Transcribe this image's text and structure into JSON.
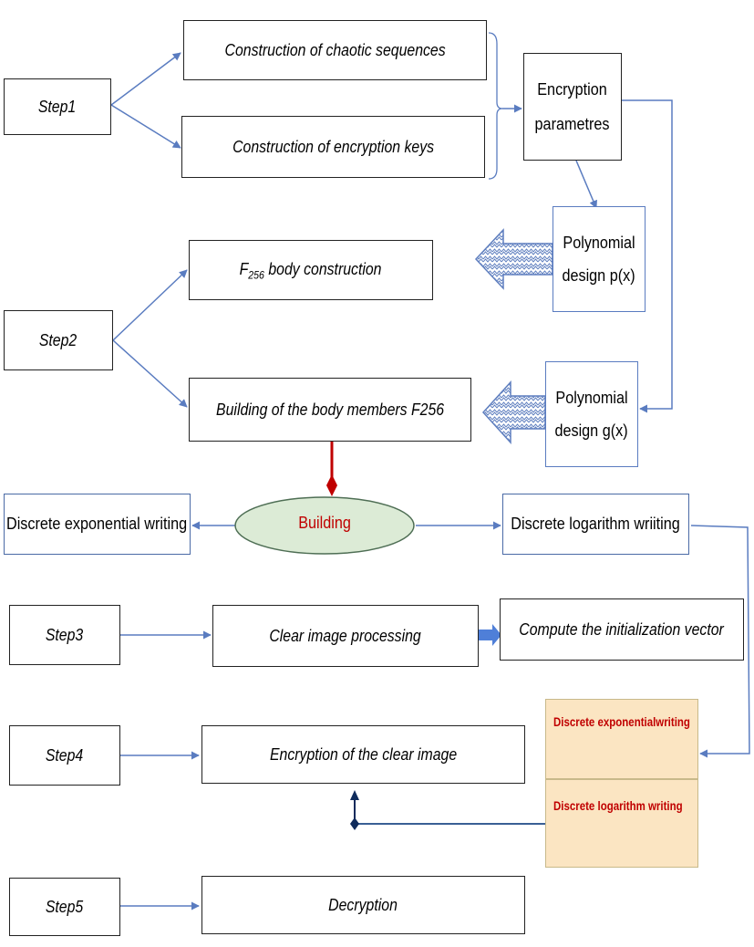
{
  "steps": {
    "s1": "Step1",
    "s2": "Step2",
    "s3": "Step3",
    "s4": "Step4",
    "s5": "Step5"
  },
  "step1": {
    "chaotic": "Construction  of  chaotic sequences",
    "keys": "Construction  of  encryption  keys"
  },
  "params": {
    "line1": "Encryption",
    "line2": "parametres"
  },
  "poly_p": {
    "line1": "Polynomial",
    "line2": "design p(x)"
  },
  "poly_g": {
    "line1": "Polynomial",
    "line2": "design g(x)"
  },
  "step2": {
    "f256_prefix": "F",
    "f256_sub": "256",
    "f256_rest": " body construction",
    "members": "Building of the body members F256"
  },
  "building": {
    "label": "Building",
    "exp": "Discrete exponential  writing",
    "log": "Discrete logarithm wriiting"
  },
  "step3": {
    "clear": "Clear image processing",
    "iv": "Compute  the initialization vector"
  },
  "step4": {
    "enc": "Encryption  of the clear image",
    "note_exp": "Discrete exponentialwriting",
    "note_log": "Discrete logarithm writing"
  },
  "step5": {
    "dec": "Decryption"
  },
  "colors": {
    "line": "#5a7cc0",
    "red": "#c00000",
    "ellipse_fill": "#dcebd6",
    "note_fill": "#fbe5c2",
    "arrow_fill": "#4f7fd8"
  }
}
